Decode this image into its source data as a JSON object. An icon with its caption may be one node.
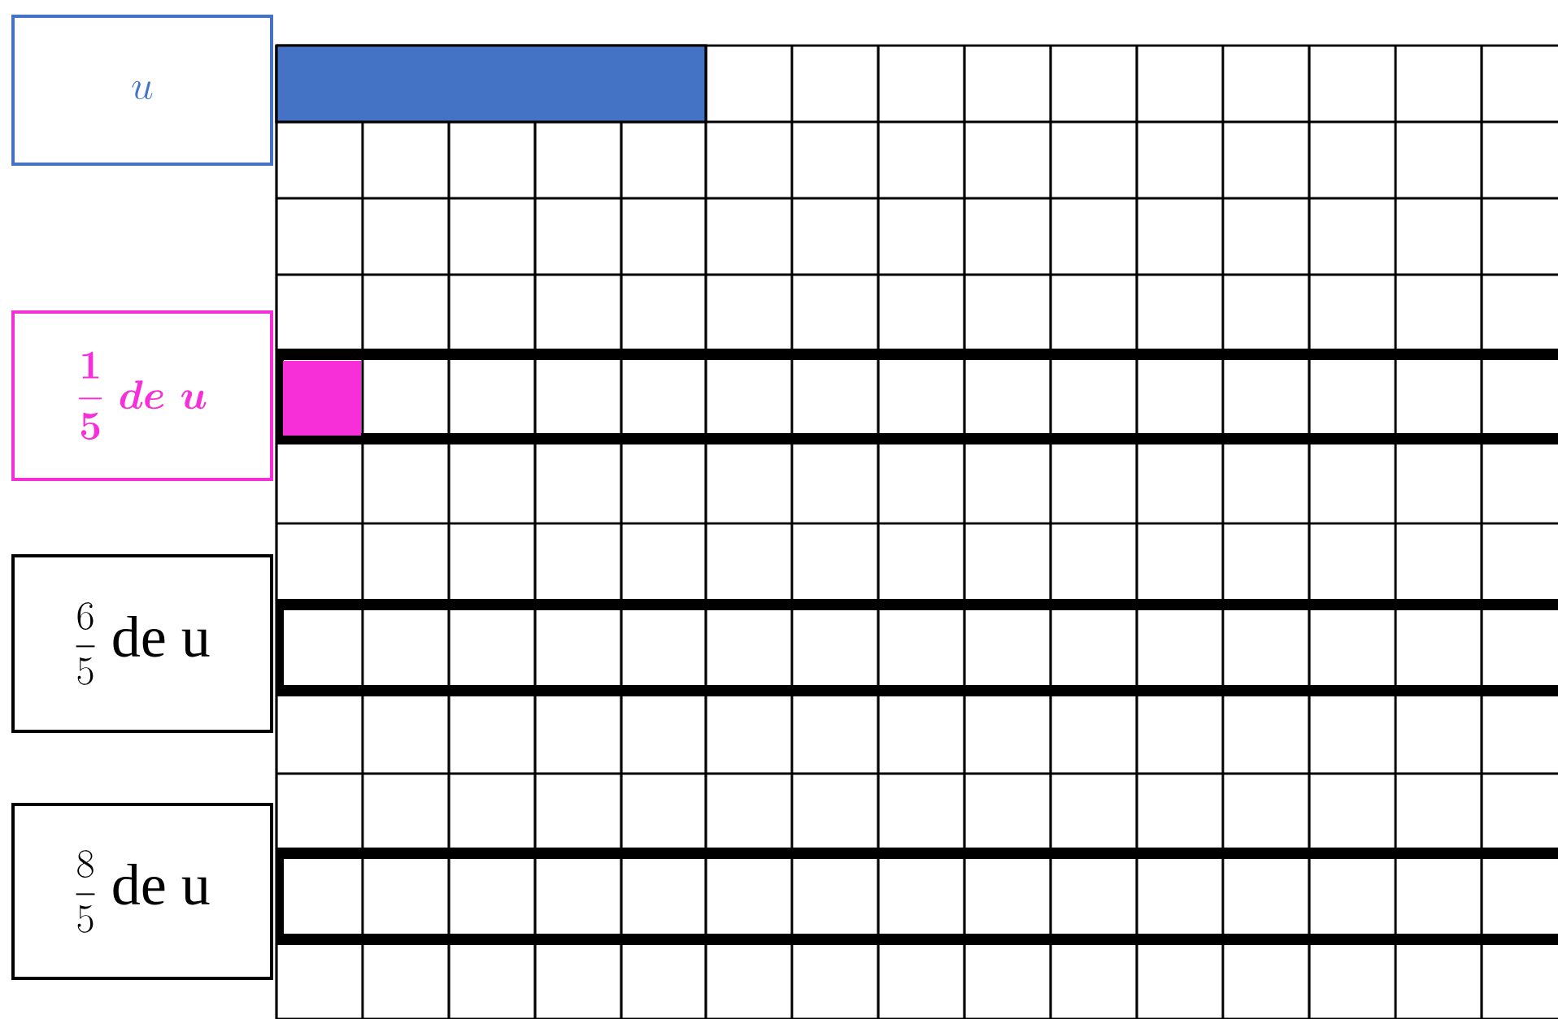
{
  "diagram": {
    "nodes": [
      {
        "text": [
          "u"
        ]
      },
      {
        "text": [
          "\\boldsymbol{\\frac{1}{5}\\ de\\ u}"
        ]
      },
      {
        "text": [
          "\\frac{6}{5}\\ \\mathrm{de\\ u}"
        ]
      },
      {
        "text": [
          "\\frac{8}{5}\\ \\mathrm{de\\ u}"
        ]
      },
      {
        "text": [],
        "shape": "bar"
      },
      {
        "text": [],
        "shape": "box"
      }
    ]
  }
}
